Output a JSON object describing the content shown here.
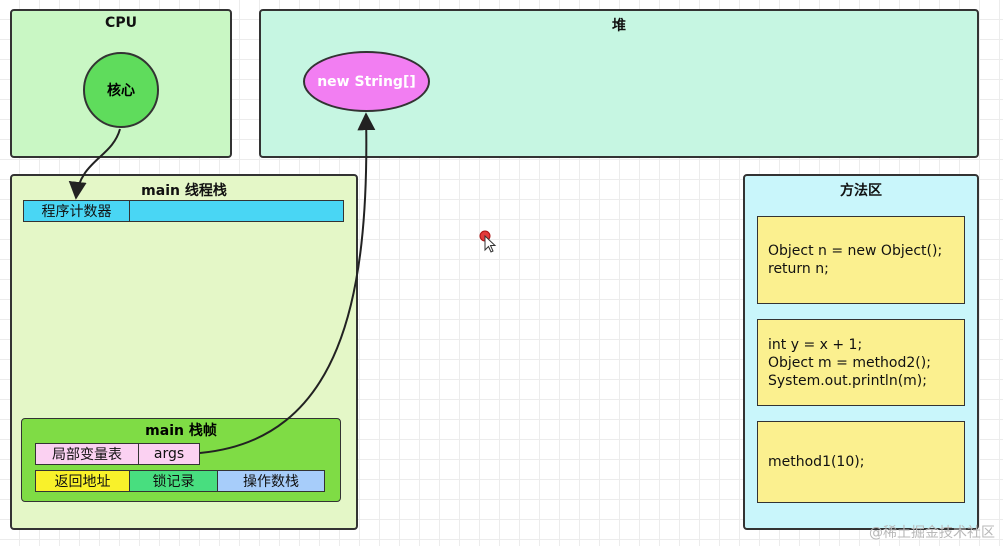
{
  "cpu": {
    "title": "CPU",
    "core": "核心"
  },
  "heap": {
    "title": "堆",
    "object": "new String[]"
  },
  "thread_stack": {
    "title": "main 线程栈",
    "program_counter": "程序计数器",
    "frame": {
      "title": "main 栈帧",
      "locals_label": "局部变量表",
      "locals_value": "args",
      "return_address": "返回地址",
      "lock_record": "锁记录",
      "operand_stack": "操作数栈"
    }
  },
  "method_area": {
    "title": "方法区",
    "blocks": [
      {
        "lines": [
          "Object n = new Object();",
          "return n;"
        ]
      },
      {
        "lines": [
          "int y = x + 1;",
          "Object m = method2();",
          "System.out.println(m);"
        ]
      },
      {
        "lines": [
          "method1(10);"
        ]
      }
    ]
  },
  "watermark": "@稀土掘金技术社区",
  "colors": {
    "cpu_bg": "#c9f7c4",
    "heap_bg": "#c6f6e2",
    "thread_bg": "#e4f7c7",
    "method_bg": "#c9f6fb",
    "core": "#5fdc5c",
    "string_obj": "#f27ef2",
    "pc": "#49d6f4",
    "frame": "#7fdc45",
    "locals": "#fbd1f2",
    "return_address": "#f9f12a",
    "lock_record": "#48de7f",
    "operand_stack": "#a7cdfa",
    "code_block": "#fbf08f"
  }
}
